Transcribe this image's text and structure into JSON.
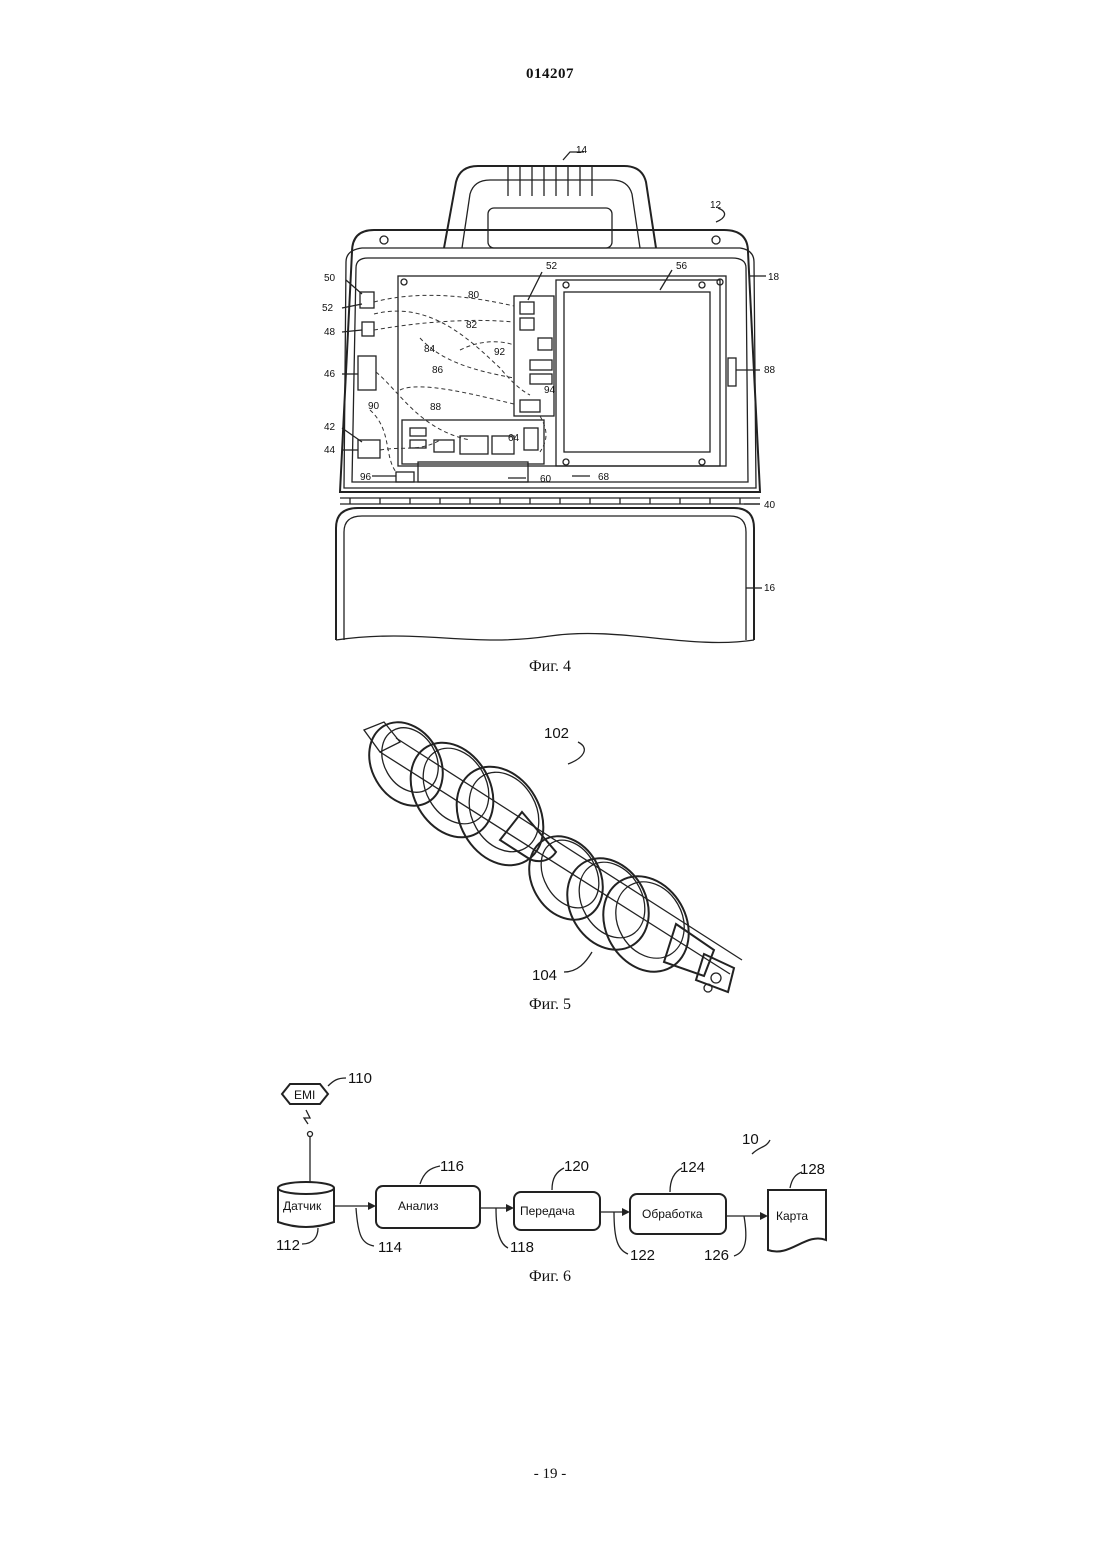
{
  "header": {
    "document_number": "014207"
  },
  "footer": {
    "page_number": "- 19 -"
  },
  "figure4": {
    "caption": "Фиг. 4",
    "labels": {
      "l14": "14",
      "l12": "12",
      "l18": "18",
      "l50": "50",
      "l52a": "52",
      "l52b": "52",
      "l56": "56",
      "l80": "80",
      "l82": "82",
      "l48": "48",
      "l84": "84",
      "l92": "92",
      "l46": "46",
      "l86": "86",
      "l94": "94",
      "l88a": "88",
      "l88b": "88",
      "l90": "90",
      "l42": "42",
      "l64": "64",
      "l44": "44",
      "l96": "96",
      "l60": "60",
      "l68": "68",
      "l40": "40",
      "l16": "16"
    }
  },
  "figure5": {
    "caption": "Фиг. 5",
    "labels": {
      "l102": "102",
      "l104": "104"
    }
  },
  "figure6": {
    "caption": "Фиг. 6",
    "emi": "EMI",
    "boxes": {
      "sensor": "Датчик",
      "analysis": "Анализ",
      "transfer": "Передача",
      "processing": "Обработка",
      "map": "Карта"
    },
    "labels": {
      "l110": "110",
      "l10": "10",
      "l116": "116",
      "l120": "120",
      "l124": "124",
      "l128": "128",
      "l112": "112",
      "l114": "114",
      "l118": "118",
      "l122": "122",
      "l126": "126"
    }
  }
}
